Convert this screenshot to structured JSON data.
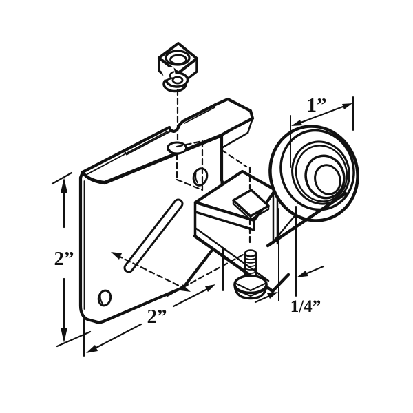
{
  "figure": {
    "type": "exploded-technical-diagram",
    "subject": "Sliding door roller assembly with mounting bracket",
    "background_color": "#ffffff",
    "line_color": "#111111"
  },
  "parts": {
    "nut": "square nut",
    "washer": "split lock washer",
    "bracket_plate": "mounting bracket plate",
    "flange": "top flange with adjustment slot",
    "diagonal_slot": "diagonal adjustment slot",
    "clamp": "roller carrier clamp with square hole",
    "roller": "grooved roller wheel",
    "screw": "adjustment screw"
  },
  "dimensions": {
    "plate_height": {
      "label": "2”"
    },
    "plate_width": {
      "label": "2”"
    },
    "roller_diameter": {
      "label": "1”"
    },
    "offset_width": {
      "label": "1/4”"
    }
  }
}
